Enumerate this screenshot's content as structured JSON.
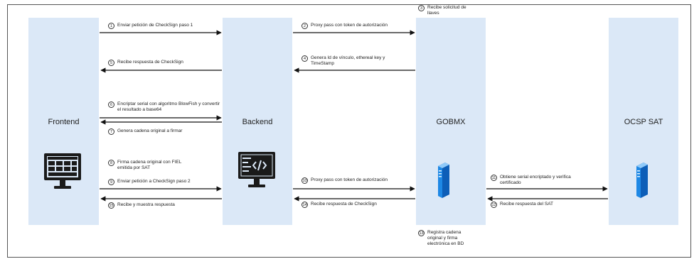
{
  "lanes": {
    "frontend": "Frontend",
    "backend": "Backend",
    "gobmx": "GOBMX",
    "ocsp": "OCSP SAT"
  },
  "steps": [
    {
      "num": "1",
      "text": "Enviar petición de CheckSign paso 1"
    },
    {
      "num": "2",
      "text": "Proxy pass con token de autorización"
    },
    {
      "num": "3",
      "text": "Recibe solicitud de llaves"
    },
    {
      "num": "4",
      "text": "Genera Id de vínculo, ethereal key y TimeStamp"
    },
    {
      "num": "5",
      "text": "Recibe respuesta de CheckSign"
    },
    {
      "num": "6",
      "text": "Encriptar serial con algoritmo BlowFish y convertir el resultado a base64"
    },
    {
      "num": "7",
      "text": "Genera cadena original a firmar"
    },
    {
      "num": "8",
      "text": "Firma cadena original con FIEL emitida por SAT"
    },
    {
      "num": "9",
      "text": "Enviar petición a CheckSign paso 2"
    },
    {
      "num": "10",
      "text": "Proxy pass con token de autorización"
    },
    {
      "num": "11",
      "text": "Obtiene serial encriptado y verifica certificado"
    },
    {
      "num": "12",
      "text": "Recibe respuesta del SAT"
    },
    {
      "num": "13",
      "text": "Registra cadena original y firma electrónica en BD"
    },
    {
      "num": "14",
      "text": "Recibe respuesta de CheckSign"
    },
    {
      "num": "15",
      "text": "Recibe y muestra respuesta"
    }
  ],
  "icons": {
    "frontend": "monitor-dashboard-icon",
    "backend": "monitor-code-icon",
    "gobmx": "server-icon",
    "ocsp": "server-icon"
  },
  "colors": {
    "lane": "#dbe8f7",
    "server_blue": "#1e88e5"
  }
}
